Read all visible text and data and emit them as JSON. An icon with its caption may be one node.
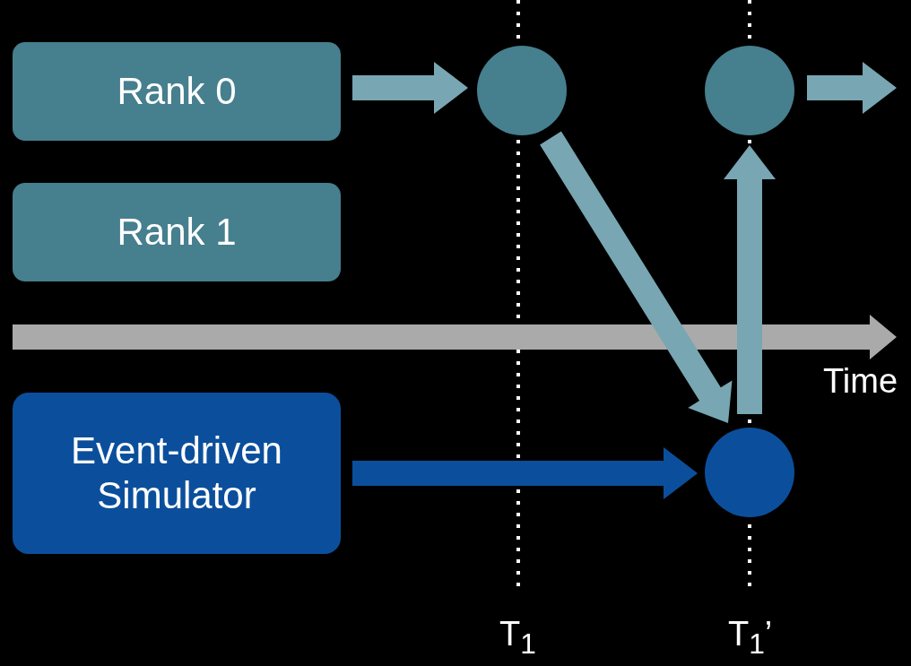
{
  "diagram": {
    "nodes": [
      {
        "text": [
          "Rank 0"
        ]
      },
      {
        "text": [],
        "shape": "circle"
      },
      {
        "text": [],
        "shape": "circle"
      },
      {
        "text": [
          "Rank 1"
        ]
      },
      {
        "text": [
          "Event-driven Simulator"
        ]
      },
      {
        "text": [],
        "shape": "circle"
      }
    ],
    "edges": [
      {
        "from": 0,
        "to": 1,
        "arrow": "to"
      },
      {
        "from": 1,
        "to": 5,
        "arrow": "to"
      },
      {
        "from": 5,
        "to": 2,
        "arrow": "to"
      },
      {
        "from": 2,
        "to": null,
        "arrow": "to"
      },
      {
        "from": 4,
        "to": 5,
        "arrow": "to",
        "color": "#0b4f9c"
      }
    ],
    "labels": [
      "Time",
      "T$_{1}$",
      "T$_{1}$’"
    ]
  }
}
